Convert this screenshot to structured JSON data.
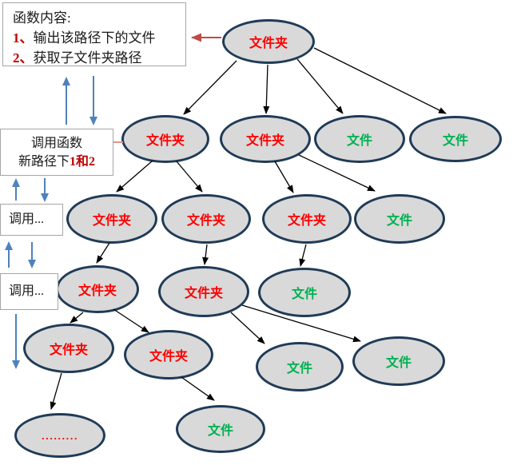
{
  "annotations": {
    "info_box": {
      "title": "函数内容:",
      "item1_num": "1、",
      "item1_text": "输出该路径下的文件",
      "item2_num": "2、",
      "item2_text": "获取子文件夹路径"
    },
    "call_box": {
      "line1": "调用函数",
      "line2_text": "新路径下",
      "line2_highlight": "1和2"
    },
    "call_more_box_1": {
      "label": "调用..."
    },
    "call_more_box_2": {
      "label": "调用..."
    }
  },
  "tree": {
    "nodes": [
      {
        "id": "root",
        "label": "文件夹",
        "type": "folder"
      },
      {
        "id": "f1",
        "label": "文件夹",
        "type": "folder"
      },
      {
        "id": "f2",
        "label": "文件夹",
        "type": "folder"
      },
      {
        "id": "x1",
        "label": "文件",
        "type": "file"
      },
      {
        "id": "x2",
        "label": "文件",
        "type": "file"
      },
      {
        "id": "f3",
        "label": "文件夹",
        "type": "folder"
      },
      {
        "id": "f4",
        "label": "文件夹",
        "type": "folder"
      },
      {
        "id": "f5",
        "label": "文件夹",
        "type": "folder"
      },
      {
        "id": "x3",
        "label": "文件",
        "type": "file"
      },
      {
        "id": "f6",
        "label": "文件夹",
        "type": "folder"
      },
      {
        "id": "f7",
        "label": "文件夹",
        "type": "folder"
      },
      {
        "id": "x4",
        "label": "文件",
        "type": "file"
      },
      {
        "id": "f8",
        "label": "文件夹",
        "type": "folder"
      },
      {
        "id": "f9",
        "label": "文件夹",
        "type": "folder"
      },
      {
        "id": "x5",
        "label": "文件",
        "type": "file"
      },
      {
        "id": "x6",
        "label": "文件",
        "type": "file"
      },
      {
        "id": "dots",
        "label": ".........",
        "type": "ellipsis"
      },
      {
        "id": "x7",
        "label": "文件",
        "type": "file"
      }
    ]
  },
  "colors": {
    "folder_label": "#FF0000",
    "file_label": "#00B050",
    "ellipse_fill": "#D9D9D9",
    "ellipse_border": "#1F3B57",
    "arrow_black": "#000000",
    "arrow_blue": "#4F81BD",
    "arrow_red": "#BE4B48",
    "connector_pink": "#D99694",
    "highlight_red": "#C00000"
  }
}
